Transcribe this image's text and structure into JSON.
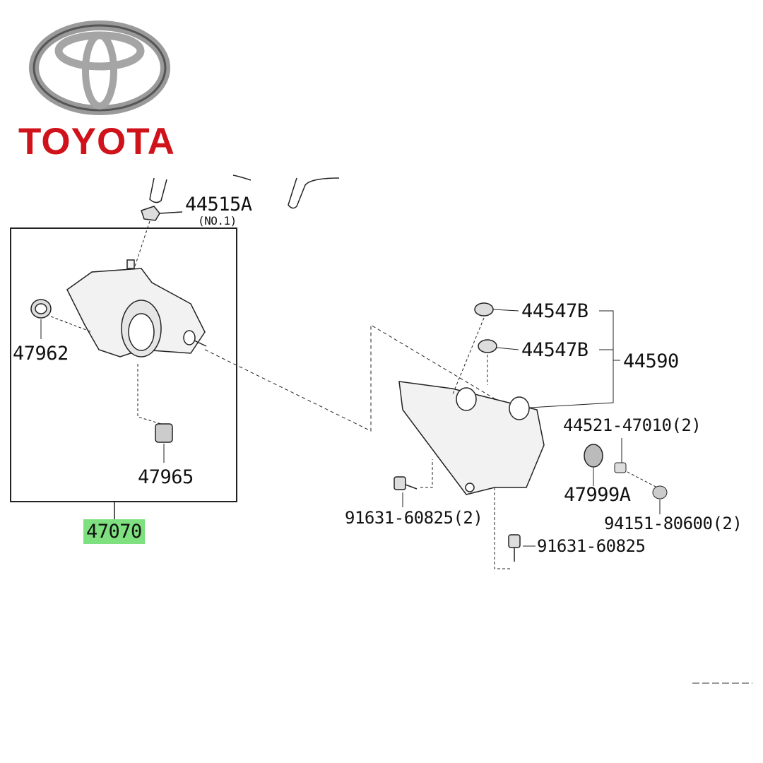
{
  "brand": {
    "name": "TOYOTA",
    "logo": "toyota-emblem",
    "color": "#d0121b"
  },
  "parts": {
    "p44515a": "44515A",
    "p44515a_note": "(NO.1)",
    "p47962": "47962",
    "p47965": "47965",
    "p47070": "47070",
    "p44547b_1": "44547B",
    "p44547b_2": "44547B",
    "p44590": "44590",
    "p44521": "44521-47010(2)",
    "p47999a": "47999A",
    "p94151": "94151-80600(2)",
    "p91631_2": "91631-60825(2)",
    "p91631": "91631-60825"
  },
  "highlight_color": "#7fe07f"
}
